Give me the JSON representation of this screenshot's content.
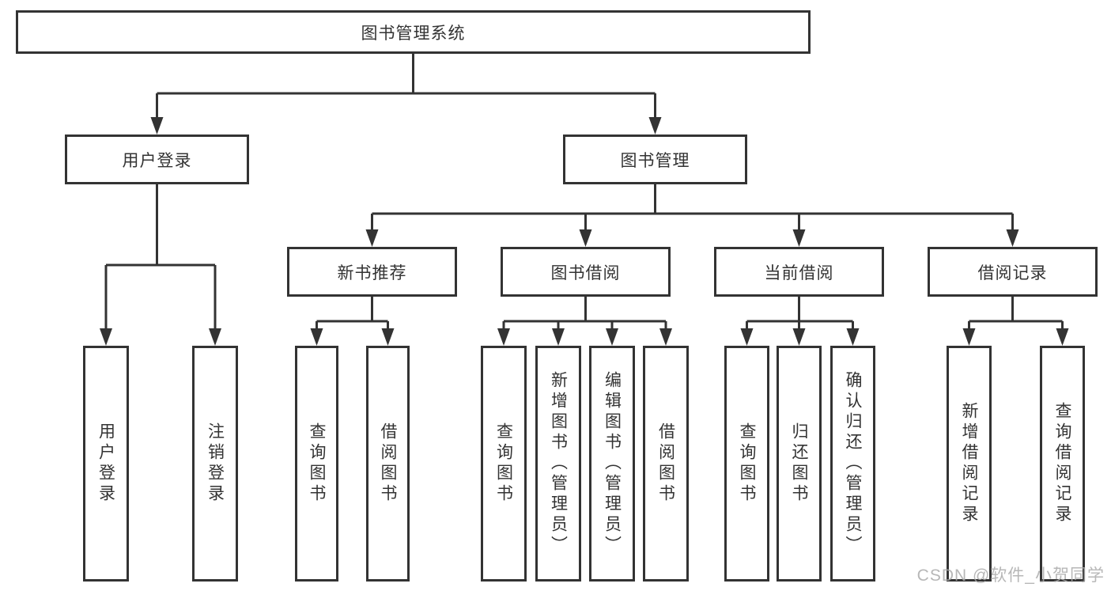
{
  "tree": {
    "label": "图书管理系统",
    "children": [
      {
        "label": "用户登录",
        "children": [
          {
            "label": "用户登录"
          },
          {
            "label": "注销登录"
          }
        ]
      },
      {
        "label": "图书管理",
        "children": [
          {
            "label": "新书推荐",
            "children": [
              {
                "label": "查询图书"
              },
              {
                "label": "借阅图书"
              }
            ]
          },
          {
            "label": "图书借阅",
            "children": [
              {
                "label": "查询图书"
              },
              {
                "label": "新增图书（管理员）"
              },
              {
                "label": "编辑图书（管理员）"
              },
              {
                "label": "借阅图书"
              }
            ]
          },
          {
            "label": "当前借阅",
            "children": [
              {
                "label": "查询图书"
              },
              {
                "label": "归还图书"
              },
              {
                "label": "确认归还（管理员）"
              }
            ]
          },
          {
            "label": "借阅记录",
            "children": [
              {
                "label": "新增借阅记录"
              },
              {
                "label": "查询借阅记录"
              }
            ]
          }
        ]
      }
    ]
  },
  "watermark": {
    "text": "CSDN @软件_小贺同学"
  },
  "colors": {
    "line": "#333333",
    "box_border": "#333333",
    "background": "#ffffff",
    "watermark": "#aaaaaa"
  }
}
